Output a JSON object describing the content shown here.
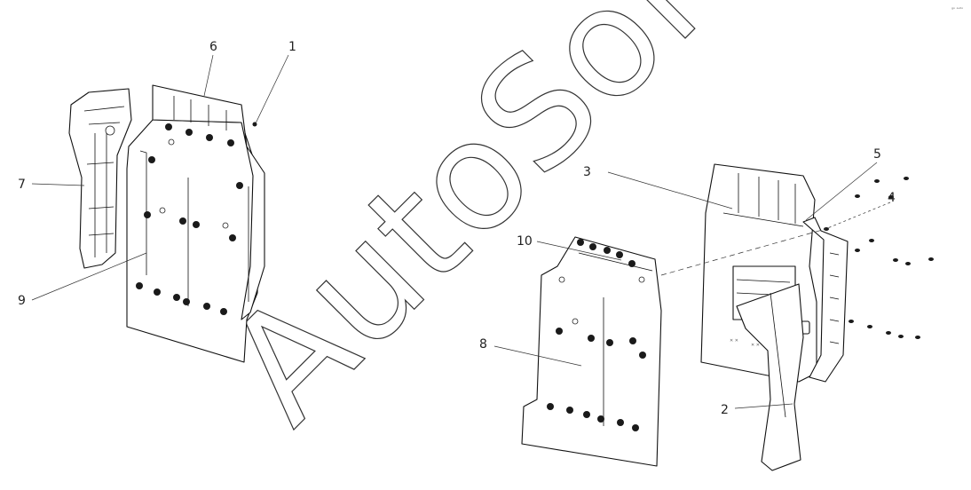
{
  "watermark": "AutoSoft",
  "corner_mark": "ᵍᵒ ᵃᵘᵗᵒ",
  "callouts": {
    "c1": "1",
    "c2": "2",
    "c3": "3",
    "c4": "4",
    "c5": "5",
    "c6": "6",
    "c7": "7",
    "c8": "8",
    "c9": "9",
    "c10": "10"
  }
}
